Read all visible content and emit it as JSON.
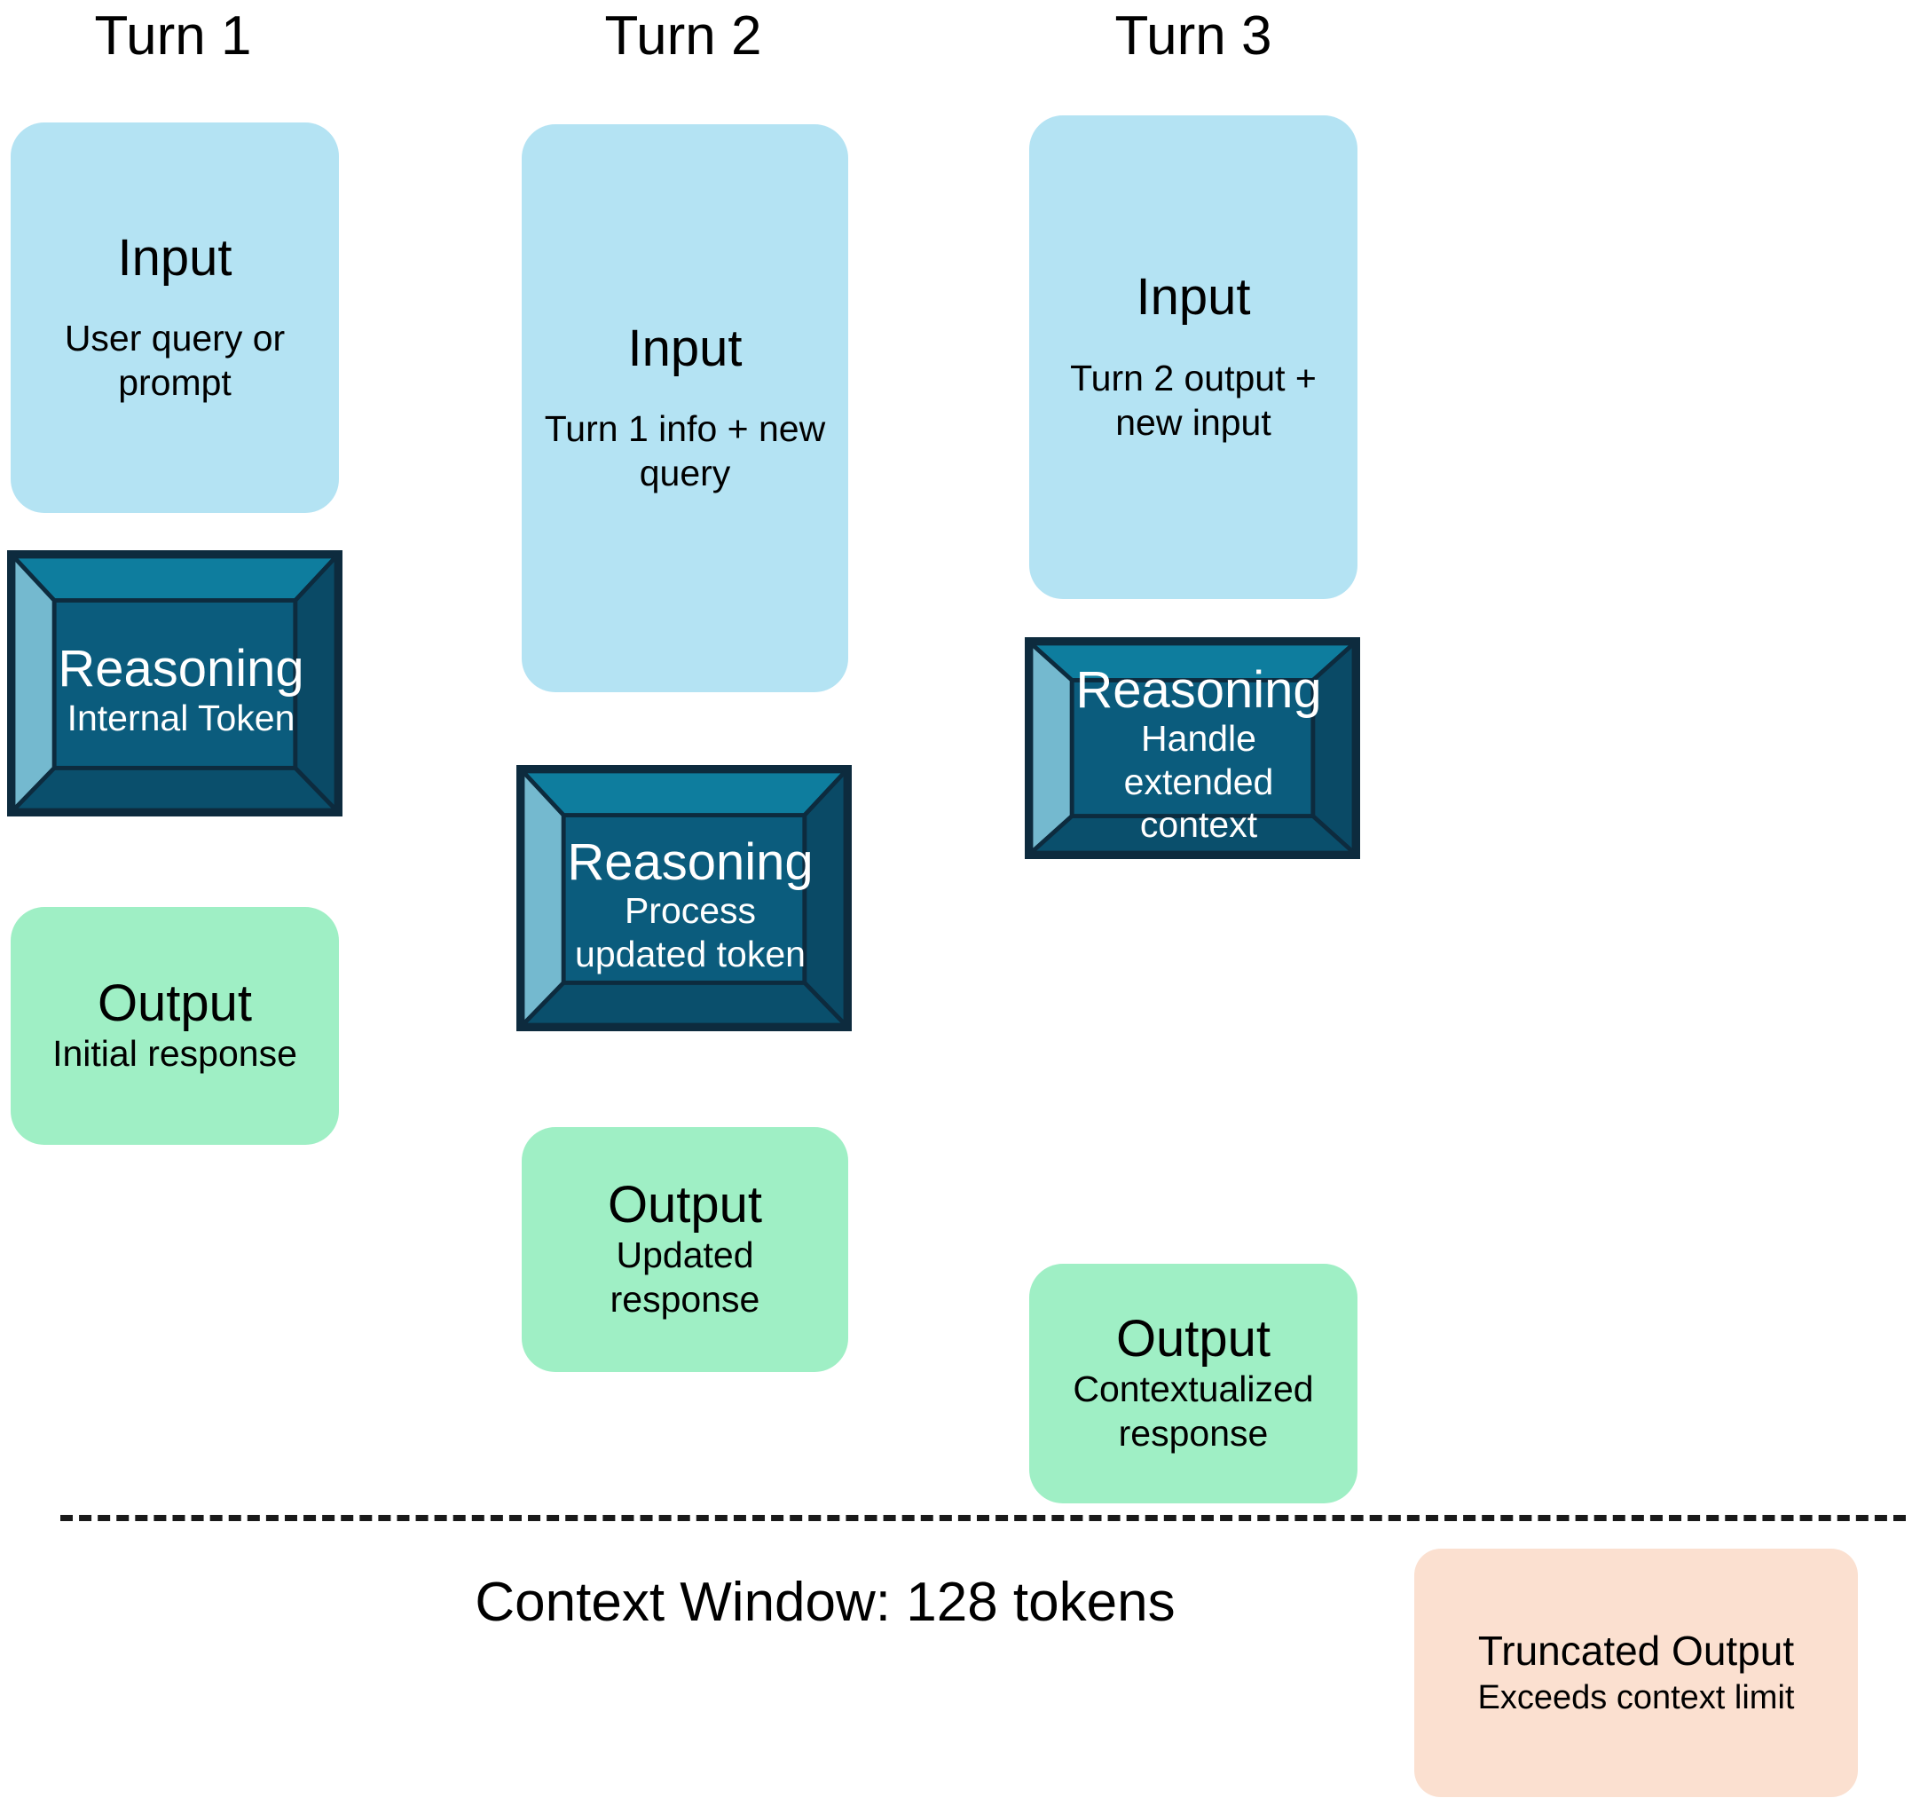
{
  "diagram": {
    "title_row": [
      {
        "label": "Turn 1"
      },
      {
        "label": "Turn 2"
      },
      {
        "label": "Turn 3"
      }
    ],
    "context_divider_caption": "Context Window: 128 tokens",
    "colors": {
      "input_fill": "#b4e3f3",
      "output_fill": "#9fefc5",
      "truncated_fill": "#fbe0d0",
      "reasoning_face": "#0b5c7d",
      "reasoning_top_bevel": "#0e7d9e",
      "reasoning_left_bevel": "#74b9cf",
      "reasoning_bottom_bevel": "#0a4f6c",
      "reasoning_right_bevel": "#0a4a66",
      "reasoning_outline": "#0d2b3e",
      "reasoning_text": "#ffffff",
      "divider_stroke": "#1a1a1a",
      "text": "#000000"
    },
    "turns": [
      {
        "name": "turn-1",
        "input": {
          "title": "Input",
          "sub": "User query or prompt"
        },
        "reasoning": {
          "title": "Reasoning",
          "sub": "Internal Token"
        },
        "output": {
          "title": "Output",
          "sub": "Initial response"
        }
      },
      {
        "name": "turn-2",
        "input": {
          "title": "Input",
          "sub": "Turn 1 info + new query"
        },
        "reasoning": {
          "title": "Reasoning",
          "sub": "Process updated token"
        },
        "output": {
          "title": "Output",
          "sub": "Updated response"
        }
      },
      {
        "name": "turn-3",
        "input": {
          "title": "Input",
          "sub": "Turn 2 output + new input"
        },
        "reasoning": {
          "title": "Reasoning",
          "sub": "Handle extended context"
        },
        "output": {
          "title": "Output",
          "sub": "Contextualized response"
        },
        "truncated": {
          "title": "Truncated Output",
          "sub": "Exceeds context limit"
        }
      }
    ]
  }
}
